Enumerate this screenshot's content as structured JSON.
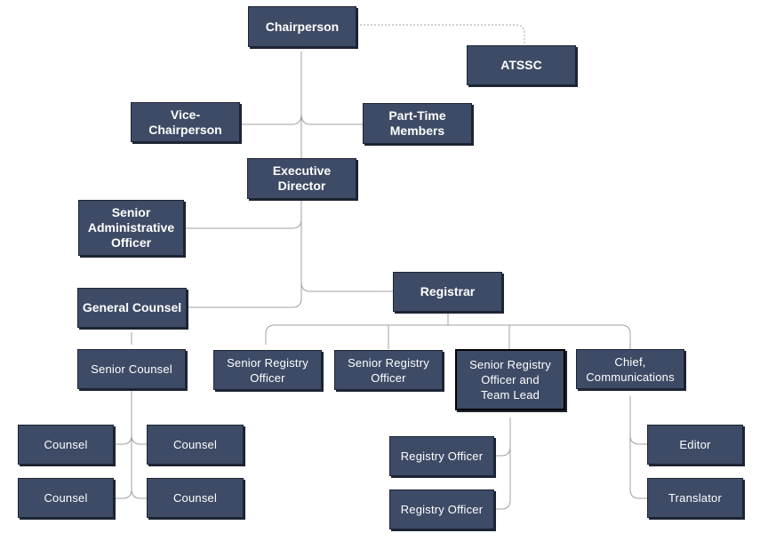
{
  "nodes": {
    "chairperson": "Chairperson",
    "atssc": "ATSSC",
    "vice_chairperson": "Vice-\nChairperson",
    "part_time_members": "Part-Time\nMembers",
    "executive_director": "Executive\nDirector",
    "senior_admin_officer": "Senior\nAdministrative\nOfficer",
    "general_counsel": "General Counsel",
    "registrar": "Registrar",
    "senior_counsel": "Senior  Counsel",
    "counsel_1": "Counsel",
    "counsel_2": "Counsel",
    "counsel_3": "Counsel",
    "counsel_4": "Counsel",
    "sro_1": "Senior Registry\nOfficer",
    "sro_2": "Senior Registry\nOfficer",
    "sro_team_lead": "Senior Registry\nOfficer and\nTeam Lead",
    "chief_communications": "Chief,\nCommunications",
    "registry_officer_1": "Registry Officer",
    "registry_officer_2": "Registry Officer",
    "editor": "Editor",
    "translator": "Translator"
  },
  "colors": {
    "box_fill": "#3d4b66",
    "box_text": "#ffffff",
    "connector": "#9a9a9a"
  }
}
